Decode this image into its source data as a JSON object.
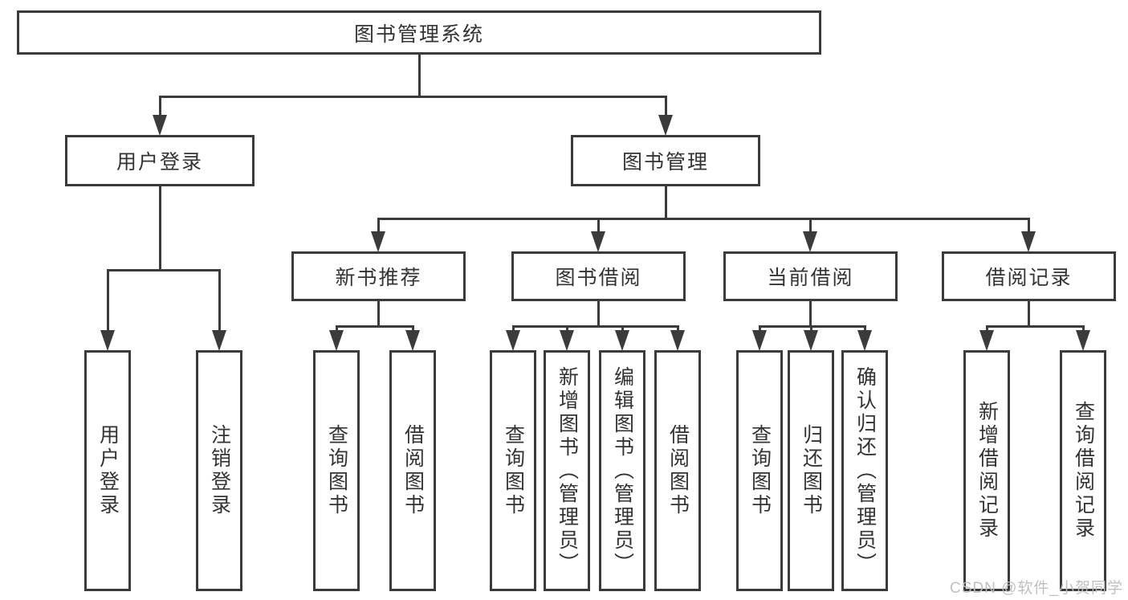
{
  "diagram": {
    "type": "hierarchy-tree",
    "tree": {
      "label": "图书管理系统",
      "children": [
        {
          "label": "用户登录",
          "children": [
            {
              "label": "用户登录"
            },
            {
              "label": "注销登录"
            }
          ]
        },
        {
          "label": "图书管理",
          "children": [
            {
              "label": "新书推荐",
              "children": [
                {
                  "label": "查询图书"
                },
                {
                  "label": "借阅图书"
                }
              ]
            },
            {
              "label": "图书借阅",
              "children": [
                {
                  "label": "查询图书"
                },
                {
                  "label": "新增图书（管理员）"
                },
                {
                  "label": "编辑图书（管理员）"
                },
                {
                  "label": "借阅图书"
                }
              ]
            },
            {
              "label": "当前借阅",
              "children": [
                {
                  "label": "查询图书"
                },
                {
                  "label": "归还图书"
                },
                {
                  "label": "确认归还（管理员）"
                }
              ]
            },
            {
              "label": "借阅记录",
              "children": [
                {
                  "label": "新增借阅记录"
                },
                {
                  "label": "查询借阅记录"
                }
              ]
            }
          ]
        }
      ]
    },
    "colors": {
      "line": "#3b3b3b",
      "text": "#333333",
      "background": "#ffffff",
      "watermark": "#babdc1"
    }
  },
  "watermark": "CSDN @软件_小贺同学"
}
